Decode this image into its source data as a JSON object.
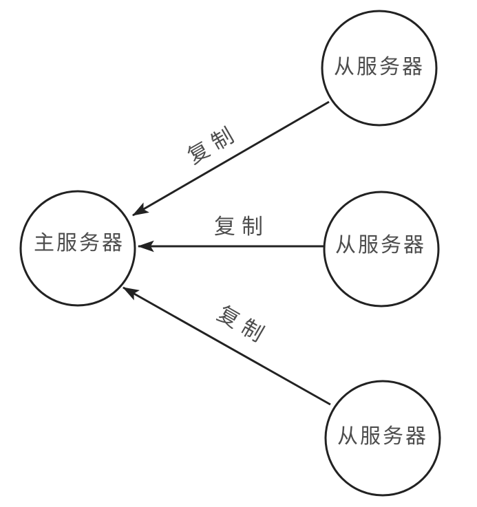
{
  "diagram": {
    "title": "master-slave-replication-diagram",
    "background_color": "#ffffff",
    "stroke_color": "#222222",
    "text_color": "#4d4d4d",
    "nodes": {
      "master": {
        "label": "主服务器"
      },
      "slave_top": {
        "label": "从服务器"
      },
      "slave_middle": {
        "label": "从服务器"
      },
      "slave_bottom": {
        "label": "从服务器"
      }
    },
    "edges": {
      "top": {
        "label": "复制",
        "from": "slave_top",
        "to": "master"
      },
      "middle": {
        "label": "复制",
        "from": "slave_middle",
        "to": "master"
      },
      "bottom": {
        "label": "复制",
        "from": "slave_bottom",
        "to": "master"
      }
    }
  }
}
